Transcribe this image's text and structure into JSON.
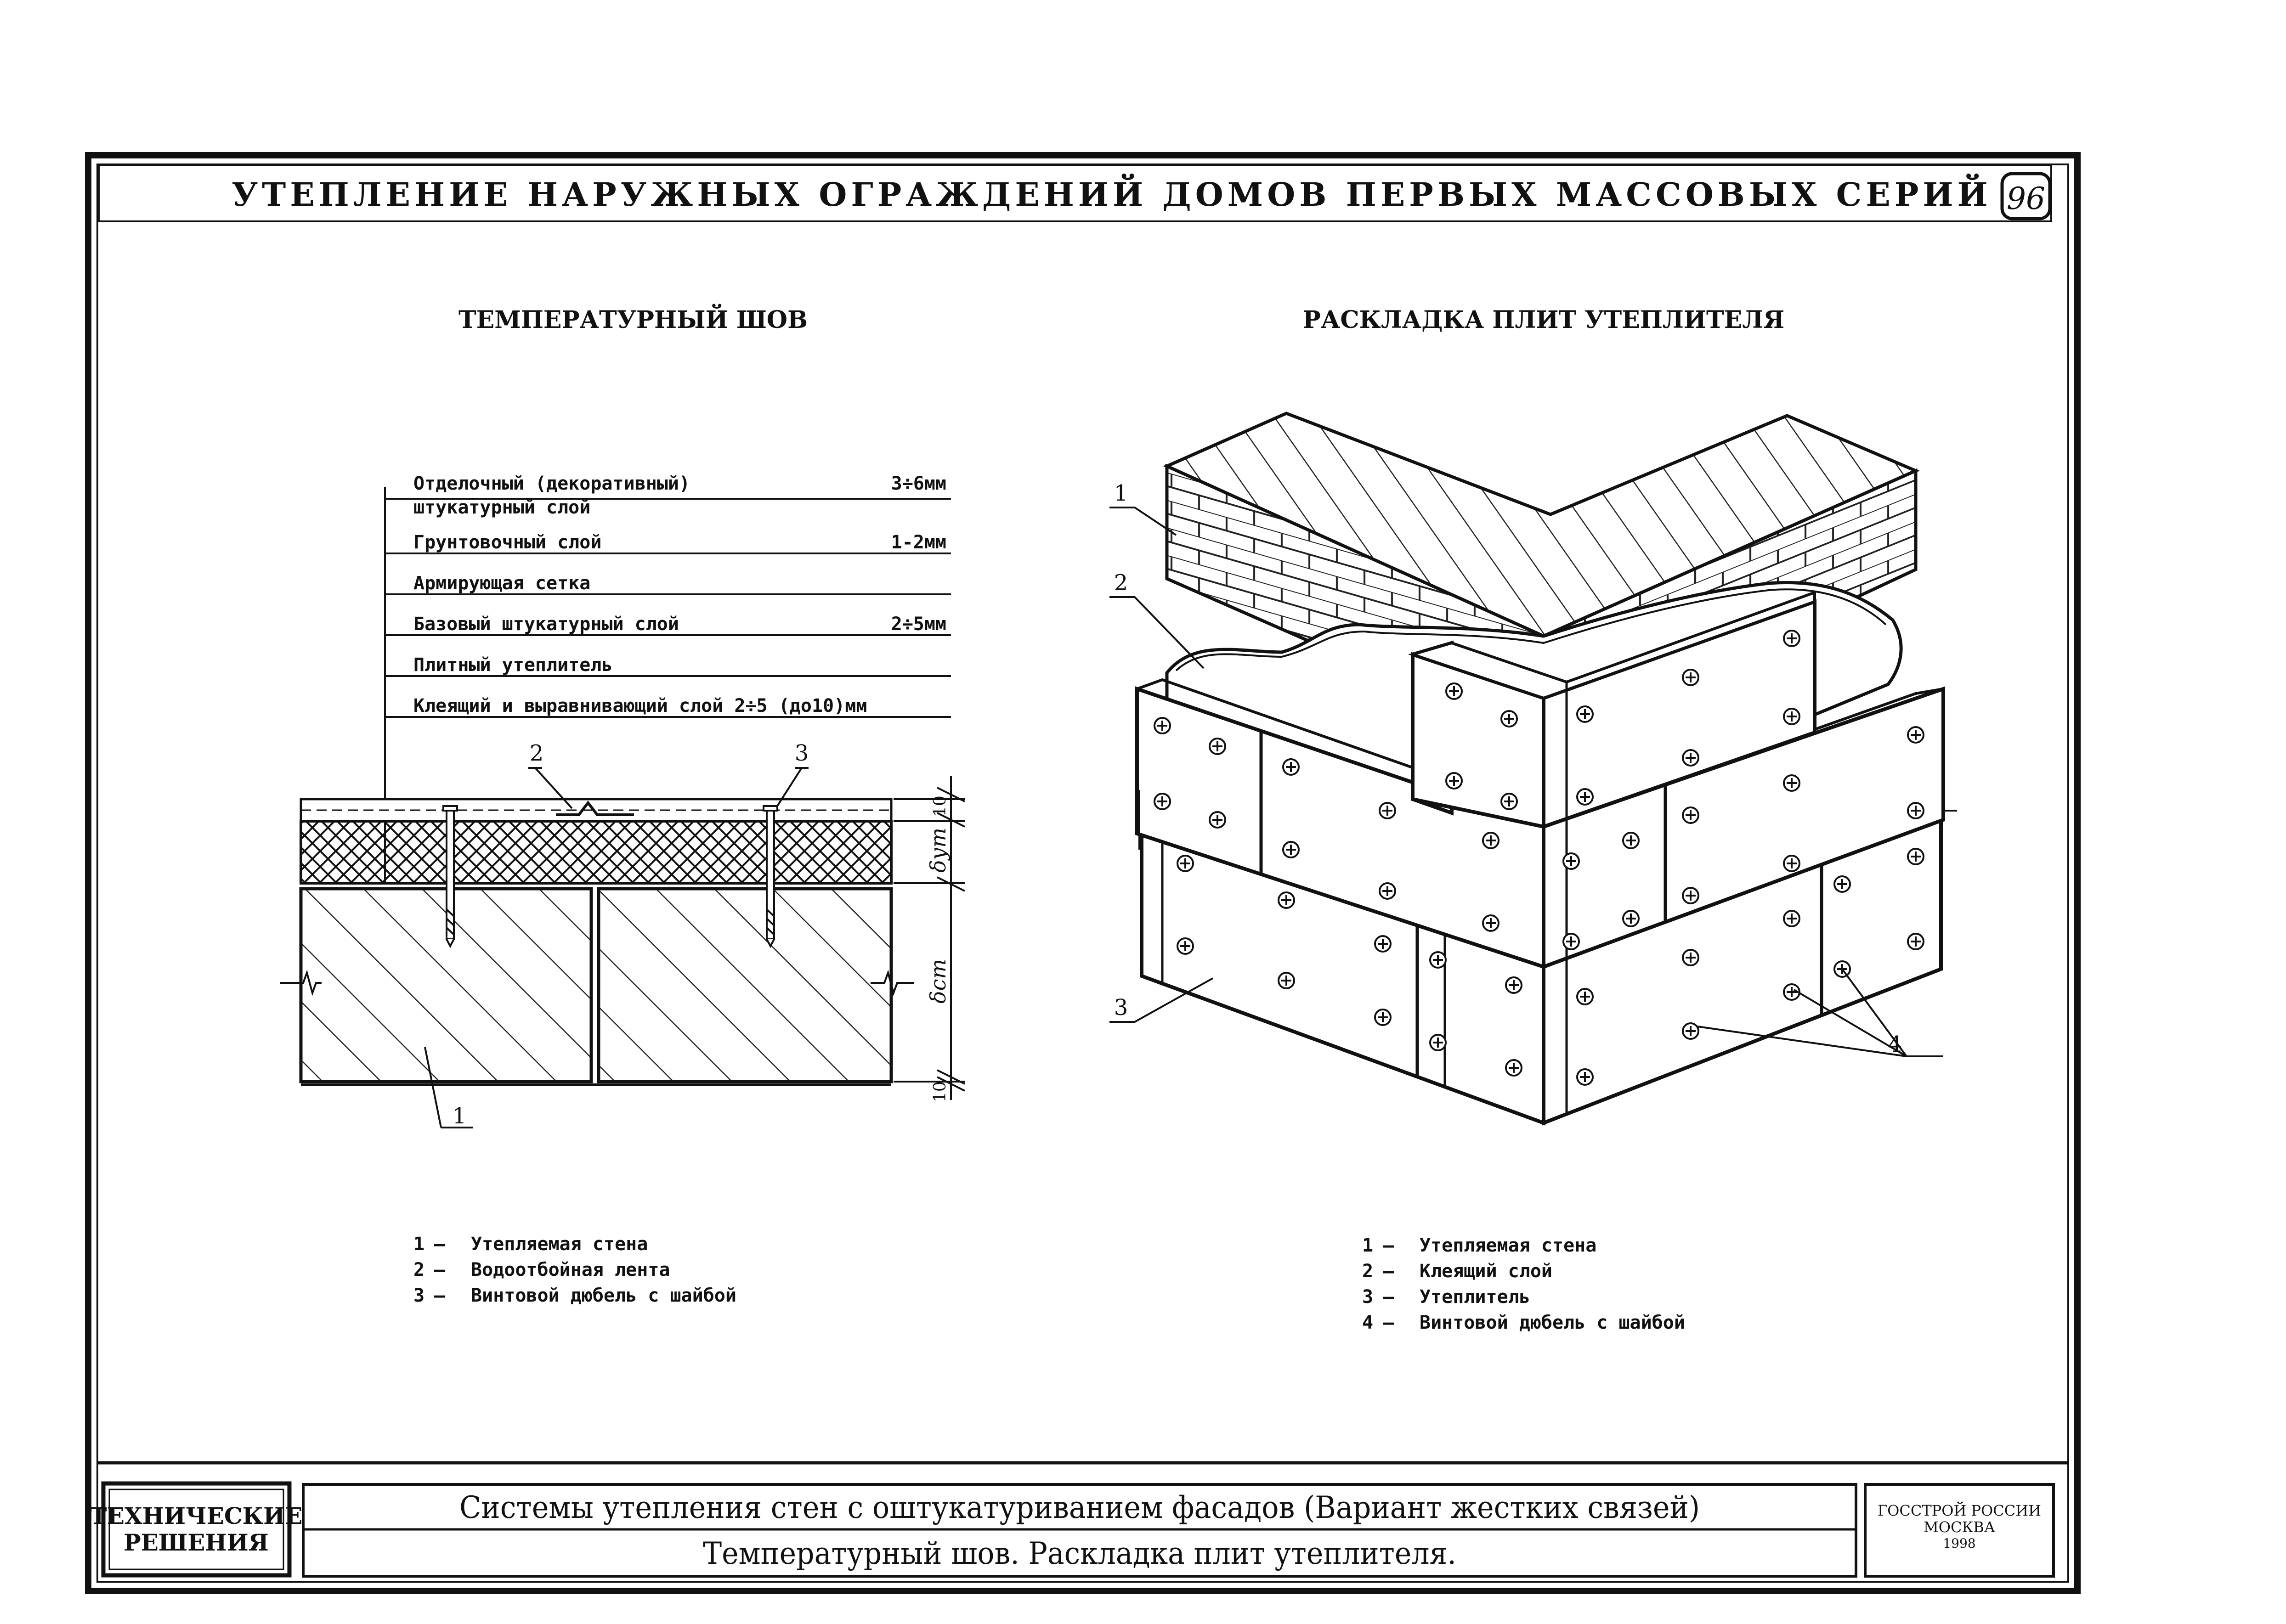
{
  "header": {
    "title": "УТЕПЛЕНИЕ НАРУЖНЫХ ОГРАЖДЕНИЙ ДОМОВ ПЕРВЫХ МАССОВЫХ СЕРИЙ",
    "sheet_number": "96"
  },
  "left": {
    "title": "ТЕМПЕРАТУРНЫЙ ШОВ",
    "layers": [
      {
        "name": "Отделочный (декоративный)",
        "value": "3÷6мм"
      },
      {
        "name": "штукатурный слой",
        "value": ""
      },
      {
        "name": "Грунтовочный слой",
        "value": "1-2мм"
      },
      {
        "name": "Армирующая сетка",
        "value": ""
      },
      {
        "name": "Базовый штукатурный слой",
        "value": "2÷5мм"
      },
      {
        "name": "Плитный утеплитель",
        "value": ""
      },
      {
        "name": "Клеящий и выравнивающий слой 2÷5 (до10)мм",
        "value": ""
      }
    ],
    "callouts": [
      "1",
      "2",
      "3"
    ],
    "dims": {
      "top": "10",
      "insulation": "δут",
      "wall": "δст",
      "bottom": "10"
    },
    "legend": [
      {
        "num": "1",
        "text": "Утепляемая стена"
      },
      {
        "num": "2",
        "text": "Водоотбойная лента"
      },
      {
        "num": "3",
        "text": "Винтовой дюбель с шайбой"
      }
    ]
  },
  "right": {
    "title": "РАСКЛАДКА ПЛИТ УТЕПЛИТЕЛЯ",
    "callouts": [
      "1",
      "2",
      "3",
      "4"
    ],
    "legend": [
      {
        "num": "1",
        "text": "Утепляемая стена"
      },
      {
        "num": "2",
        "text": "Клеящий слой"
      },
      {
        "num": "3",
        "text": "Утеплитель"
      },
      {
        "num": "4",
        "text": "Винтовой дюбель с шайбой"
      }
    ]
  },
  "title_block": {
    "category_line1": "ТЕХНИЧЕСКИЕ",
    "category_line2": "РЕШЕНИЯ",
    "system_title": "Системы утепления стен с оштукатуриванием фасадов (Вариант жестких связей)",
    "sheet_title": "Температурный шов. Раскладка плит утеплителя.",
    "org_line1": "ГОССТРОЙ РОССИИ",
    "org_line2": "МОСКВА",
    "year": "1998"
  }
}
